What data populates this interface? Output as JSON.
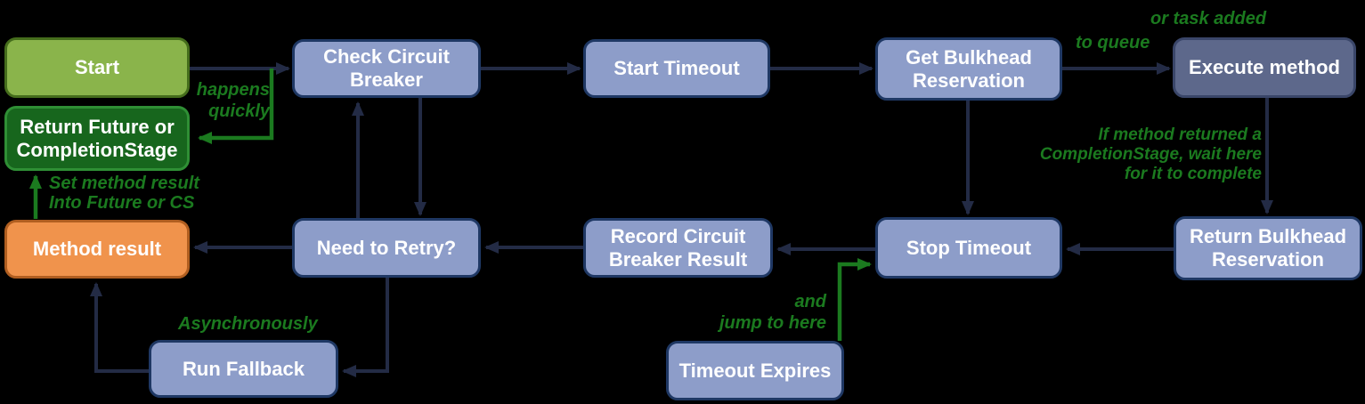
{
  "diagram": {
    "background": "#000000",
    "colors": {
      "box_blue_fill": "#8d9dc9",
      "box_blue_border": "#1f3864",
      "box_slate_fill": "#5d688b",
      "box_light_green_fill": "#8ab44b",
      "box_dark_green_fill": "#17661d",
      "box_orange_fill": "#f0934c",
      "arrow_navy": "#232b45",
      "annotation_green": "#1b7a1f",
      "label_text": "#ffffff"
    }
  },
  "nodes": [
    {
      "id": "start",
      "label": "Start"
    },
    {
      "id": "return-future",
      "label": "Return Future or CompletionStage"
    },
    {
      "id": "method-result",
      "label": "Method result"
    },
    {
      "id": "check-circuit-breaker",
      "label": "Check Circuit Breaker"
    },
    {
      "id": "need-to-retry",
      "label": "Need to Retry?"
    },
    {
      "id": "run-fallback",
      "label": "Run Fallback"
    },
    {
      "id": "start-timeout",
      "label": "Start Timeout"
    },
    {
      "id": "record-circuit-breaker-result",
      "label": "Record Circuit Breaker Result"
    },
    {
      "id": "timeout-expires",
      "label": "Timeout Expires"
    },
    {
      "id": "get-bulkhead-reservation",
      "label": "Get Bulkhead Reservation"
    },
    {
      "id": "stop-timeout",
      "label": "Stop Timeout"
    },
    {
      "id": "execute-method",
      "label": "Execute method"
    },
    {
      "id": "return-bulkhead-reservation",
      "label": "Return Bulkhead Reservation"
    }
  ],
  "annotations": {
    "happens_quickly": {
      "line1": "happens",
      "line2": "quickly"
    },
    "or_task_added": {
      "line1": "or task added",
      "line2": "to queue"
    },
    "set_method_result": {
      "line1": "Set method result",
      "line2": "Into Future or CS"
    },
    "if_method_returned": {
      "line1": "If method returned a",
      "line2": "CompletionStage, wait here",
      "line3": "for it to complete"
    },
    "and_jump_to_here": {
      "line1": "and",
      "line2": "jump to here"
    },
    "asynchronously": {
      "line1": "Asynchronously"
    }
  }
}
